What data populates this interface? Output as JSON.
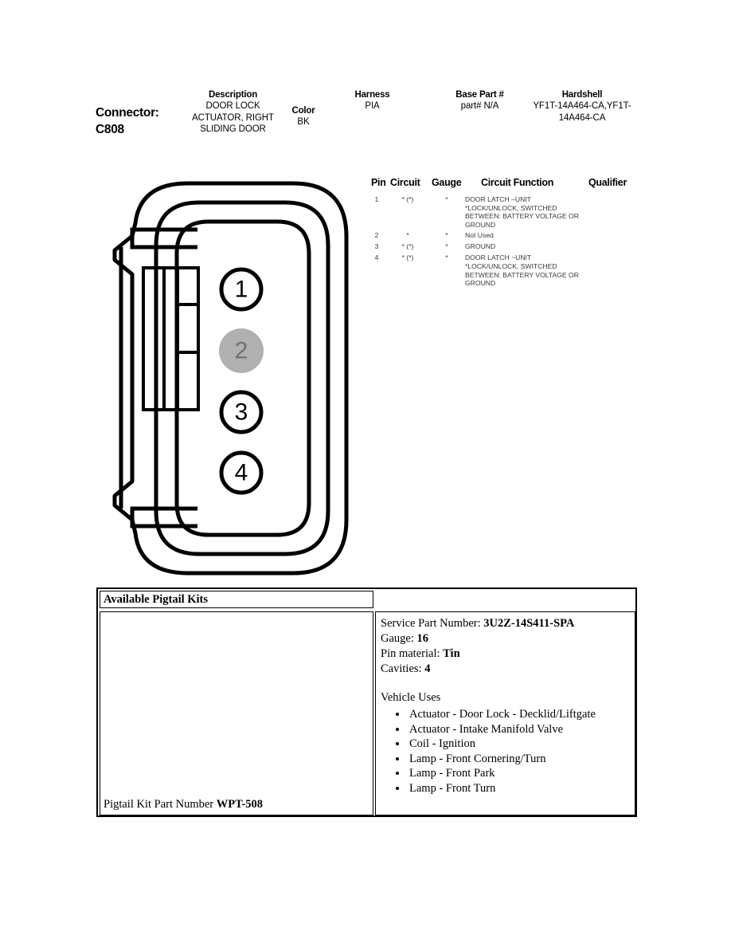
{
  "header": {
    "connector_label": "Connector:",
    "connector_id": "C808",
    "fields": {
      "description_label": "Description",
      "description_value": "DOOR LOCK ACTUATOR, RIGHT SLIDING DOOR",
      "color_label": "Color",
      "color_value": "BK",
      "harness_label": "Harness",
      "harness_value": "PIA",
      "base_part_label": "Base Part #",
      "base_part_value": "part# N/A",
      "hardshell_label": "Hardshell",
      "hardshell_value": "YF1T-14A464-CA,YF1T-14A464-CA"
    }
  },
  "pin_table": {
    "columns": {
      "pin": "Pin",
      "circuit": "Circuit",
      "gauge": "Gauge",
      "function": "Circuit Function",
      "qualifier": "Qualifier"
    },
    "rows": [
      {
        "pin": "1",
        "circuit": "* (*)",
        "gauge": "*",
        "function": "DOOR LATCH –UNIT *LOCK/UNLOCK, SWITCHED BETWEEN: BATTERY VOLTAGE OR GROUND",
        "qualifier": ""
      },
      {
        "pin": "2",
        "circuit": "*",
        "gauge": "*",
        "function": "Not Used",
        "qualifier": ""
      },
      {
        "pin": "3",
        "circuit": "* (*)",
        "gauge": "*",
        "function": "GROUND",
        "qualifier": ""
      },
      {
        "pin": "4",
        "circuit": "* (*)",
        "gauge": "*",
        "function": "DOOR LATCH ~UNIT *LOCK/UNLOCK, SWITCHED BETWEEN: BATTERY VOLTAGE OR GROUND",
        "qualifier": ""
      }
    ]
  },
  "connector_diagram": {
    "cavity_count": 4,
    "pins": [
      {
        "number": "1",
        "state": "empty"
      },
      {
        "number": "2",
        "state": "filled"
      },
      {
        "number": "3",
        "state": "empty"
      },
      {
        "number": "4",
        "state": "empty"
      }
    ],
    "colors": {
      "outline": "#000000",
      "filled_pin_fill": "#b0b0b0",
      "filled_pin_text": "#707070",
      "empty_pin_text": "#000000"
    }
  },
  "pigtail": {
    "header": "Available Pigtail Kits",
    "kit_part_label": "Pigtail Kit Part Number ",
    "kit_part_number": "WPT-508",
    "specs": [
      {
        "label": "Service Part Number: ",
        "value": "3U2Z-14S411-SPA"
      },
      {
        "label": "Gauge: ",
        "value": "16"
      },
      {
        "label": "Pin material: ",
        "value": "Tin"
      },
      {
        "label": "Cavities: ",
        "value": "4"
      }
    ],
    "vehicle_uses_title": "Vehicle Uses",
    "vehicle_uses": [
      "Actuator - Door Lock - Decklid/Liftgate",
      "Actuator - Intake Manifold Valve",
      "Coil - Ignition",
      "Lamp - Front Cornering/Turn",
      "Lamp - Front Park",
      "Lamp - Front Turn"
    ]
  }
}
